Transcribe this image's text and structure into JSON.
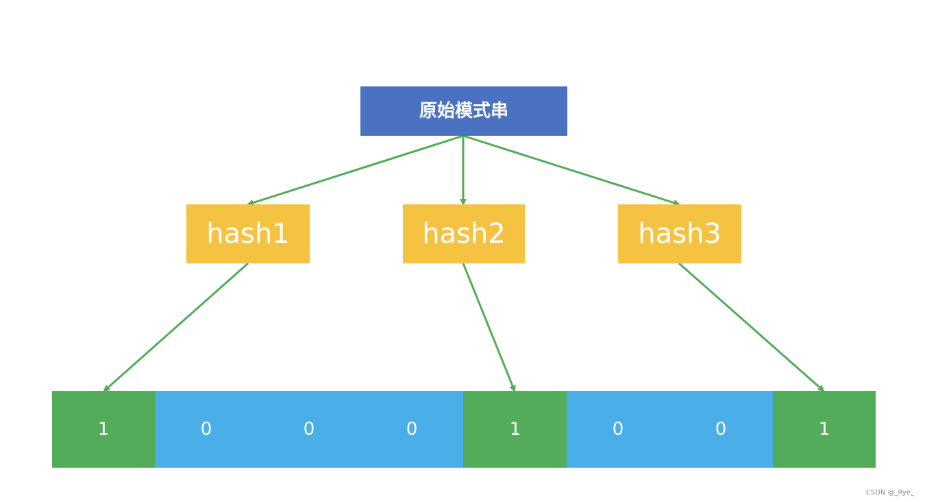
{
  "colors": {
    "root_fill": "#4a72c0",
    "hash_fill": "#f5c242",
    "cell_one_fill": "#52ac5a",
    "cell_zero_fill": "#4aaee8",
    "arrow": "#52ac5a",
    "text": "#ffffff"
  },
  "root": {
    "label": "原始模式串"
  },
  "hashes": [
    {
      "label": "hash1",
      "target_cell": 0
    },
    {
      "label": "hash2",
      "target_cell": 4
    },
    {
      "label": "hash3",
      "target_cell": 7
    }
  ],
  "bit_array": [
    "1",
    "0",
    "0",
    "0",
    "1",
    "0",
    "0",
    "1"
  ],
  "watermark": "CSDN @_Rye_"
}
